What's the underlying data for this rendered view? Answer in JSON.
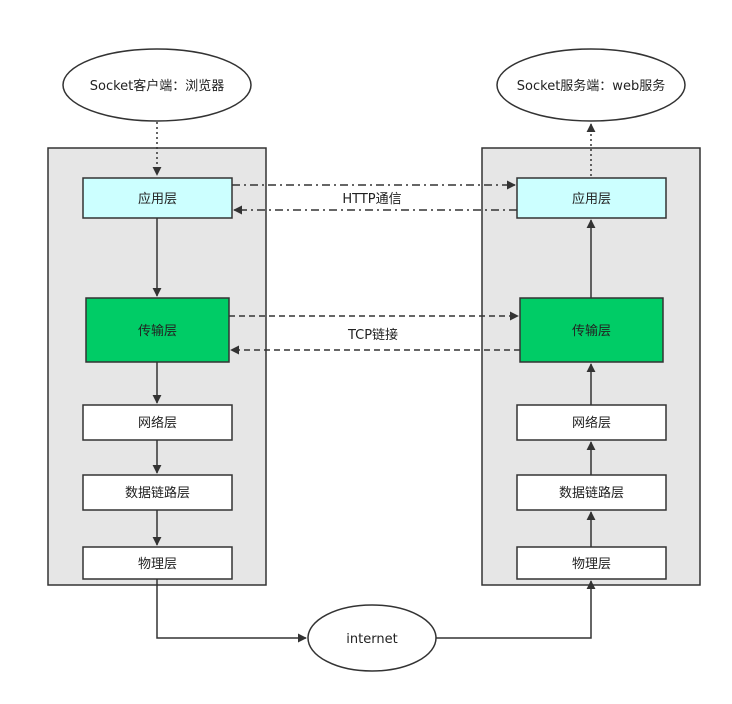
{
  "client": {
    "title": "Socket客户端：浏览器",
    "layers": {
      "app": "应用层",
      "transport": "传输层",
      "network": "网络层",
      "datalink": "数据链路层",
      "physical": "物理层"
    }
  },
  "server": {
    "title": "Socket服务端：web服务",
    "layers": {
      "app": "应用层",
      "transport": "传输层",
      "network": "网络层",
      "datalink": "数据链路层",
      "physical": "物理层"
    }
  },
  "links": {
    "http": "HTTP通信",
    "tcp": "TCP链接"
  },
  "internet": "internet",
  "colors": {
    "stack_bg": "#e6e6e6",
    "app_layer": "#ccffff",
    "transport_layer": "#00cc66",
    "plain_layer": "#ffffff",
    "stroke": "#333333"
  }
}
